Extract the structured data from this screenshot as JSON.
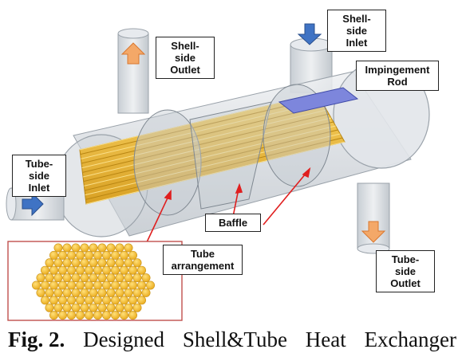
{
  "colors": {
    "shell": "#d7dbe0",
    "shell_edge": "#9aa2aa",
    "tube": "#f2bf36",
    "tube_dark": "#c9931a",
    "inlet_arrow": "#3f73c4",
    "outlet_arrow": "#f4a868",
    "impingement_rod": "#7d86dc",
    "pointer": "#e01f1f",
    "inset_border": "#c0504d"
  },
  "labels": {
    "shell_outlet": [
      "Shell-side",
      "Outlet"
    ],
    "shell_inlet": [
      "Shell-side",
      "Inlet"
    ],
    "impingement_rod": [
      "Impingement",
      "Rod"
    ],
    "tube_inlet": [
      "Tube-side",
      "Inlet"
    ],
    "baffle": "Baffle",
    "tube_arrangement": [
      "Tube",
      "arrangement"
    ],
    "tube_outlet": [
      "Tube-side",
      "Outlet"
    ]
  },
  "caption": {
    "fig_num": "Fig. 2.",
    "words": [
      "Designed",
      "Shell&Tube",
      "Heat",
      "Exchanger"
    ]
  }
}
